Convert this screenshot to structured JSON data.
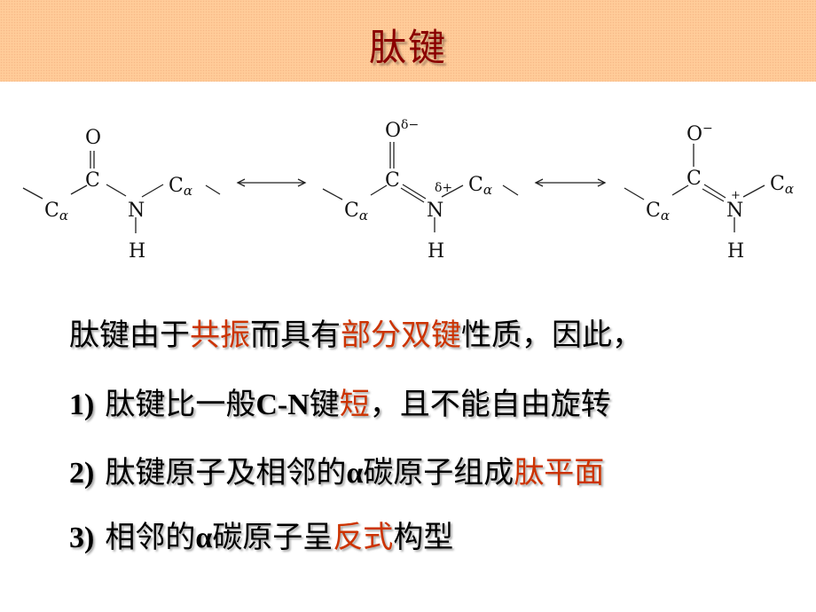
{
  "header": {
    "title": "肽键",
    "title_color": "#8b0000",
    "band_color": "#ffcc99"
  },
  "diagram": {
    "structures": [
      {
        "name": "neutral",
        "atoms": [
          "O",
          "C",
          "N",
          "H",
          "Cα",
          "Cα"
        ]
      },
      {
        "name": "partial",
        "atoms": [
          "O",
          "C",
          "N",
          "H",
          "Cα",
          "Cα"
        ],
        "charges": {
          "O": "δ−",
          "N": "δ+"
        }
      },
      {
        "name": "ionic",
        "atoms": [
          "O",
          "C",
          "N",
          "H",
          "Cα",
          "Cα"
        ],
        "charges": {
          "O": "−",
          "N": "+"
        }
      }
    ],
    "labels": {
      "O": "O",
      "C": "C",
      "N": "N",
      "H": "H",
      "Ca": "C",
      "alpha": "α",
      "delta_minus": "δ−",
      "delta_plus": "δ+",
      "minus": "−",
      "plus": "+"
    },
    "arrow": "resonance-double-arrow"
  },
  "body": {
    "highlight_color": "#cc3300",
    "line0": {
      "p1": "肽键由于",
      "h1": "共振",
      "p2": "而具有",
      "h2": "部分双键",
      "p3": "性质，因此，"
    },
    "line1": {
      "num": "1)",
      "p1": "肽键比一般",
      "latin": "C-N",
      "p2": "键",
      "h1": "短",
      "p3": "，且不能自由旋转"
    },
    "line2": {
      "num": "2)",
      "p1": "肽键原子及相邻的",
      "latin": "α",
      "p2": "碳原子组成",
      "h1": "肽平面"
    },
    "line3": {
      "num": "3)",
      "p1": "相邻的",
      "latin": "α",
      "p2": "碳原子呈",
      "h1": "反式",
      "p3": "构型"
    }
  }
}
